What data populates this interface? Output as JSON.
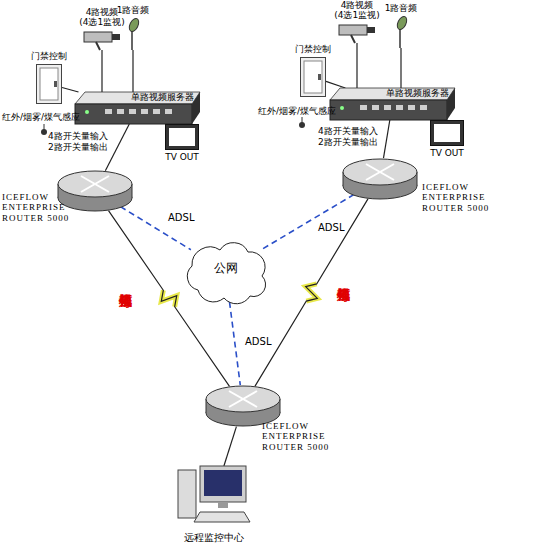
{
  "diagram": {
    "nodes": [
      {
        "text": [
          "单路视频服务器"
        ]
      },
      {
        "text": [
          "门禁控制"
        ]
      },
      {
        "text": [
          "4路视频 (4选1监视)"
        ]
      },
      {
        "text": [
          "1路音频"
        ]
      },
      {
        "text": [
          "TV OUT"
        ]
      },
      {
        "text": [
          "ICEFLOW ENTERPRISE ROUTER 5000"
        ]
      },
      {
        "text": [
          "单路视频服务器"
        ]
      },
      {
        "text": [
          "门禁控制"
        ]
      },
      {
        "text": [
          "4路视频 (4选1监视)"
        ]
      },
      {
        "text": [
          "1路音频"
        ]
      },
      {
        "text": [
          "TV OUT"
        ]
      },
      {
        "text": [
          "ICEFLOW ENTERPRISE ROUTER 5000"
        ]
      },
      {
        "text": [
          "公网"
        ]
      },
      {
        "text": [
          "ICEFLOW ENTERPRISE ROUTER 5000"
        ]
      },
      {
        "text": [
          "远程监控中心"
        ]
      }
    ],
    "edges": [
      {
        "from": 2,
        "to": 0,
        "arrow": "none"
      },
      {
        "from": 3,
        "to": 0,
        "arrow": "none"
      },
      {
        "from": 1,
        "to": 0,
        "arrow": "none"
      },
      {
        "from": 0,
        "to": 5,
        "arrow": "none"
      },
      {
        "from": 8,
        "to": 6,
        "arrow": "none"
      },
      {
        "from": 9,
        "to": 6,
        "arrow": "none"
      },
      {
        "from": 7,
        "to": 6,
        "arrow": "none"
      },
      {
        "from": 6,
        "to": 11,
        "arrow": "none"
      },
      {
        "from": 5,
        "to": 12,
        "label": "ADSL",
        "arrow": "none"
      },
      {
        "from": 11,
        "to": 12,
        "label": "ADSL",
        "arrow": "none"
      },
      {
        "from": 12,
        "to": 13,
        "label": "ADSL",
        "arrow": "none"
      },
      {
        "from": 5,
        "to": 13,
        "label": "视频信号",
        "arrow": "none"
      },
      {
        "from": 11,
        "to": 13,
        "label": "视频信号",
        "arrow": "none"
      },
      {
        "from": 13,
        "to": 14,
        "arrow": "none"
      }
    ],
    "labels": [
      "红外/烟雾/煤气感应",
      "4路开关量输入 2路开关量输出",
      "红外/烟雾/煤气感应",
      "4路开关量输入 2路开关量输出"
    ]
  }
}
